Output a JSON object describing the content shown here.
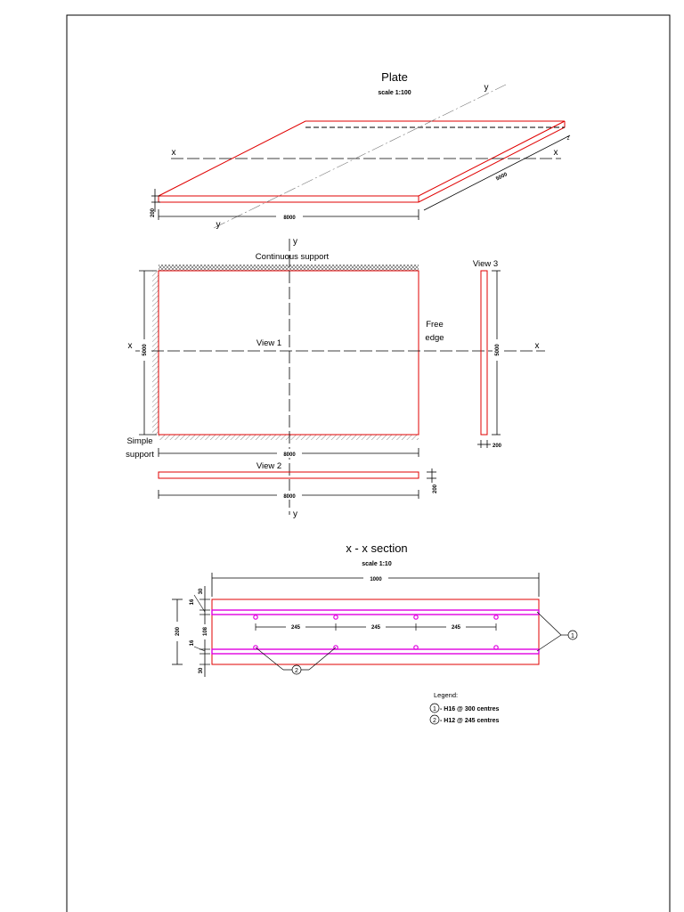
{
  "plate": {
    "title": "Plate",
    "scale": "scale 1:100",
    "axis_x": "x",
    "axis_y": "y",
    "axis_z": "z",
    "dim_length": "8000",
    "dim_width": "5000",
    "dim_thickness": "200"
  },
  "plan": {
    "axis_x": "x",
    "axis_y": "y",
    "continuous_support": "Continuous support",
    "free_edge_line1": "Free",
    "free_edge_line2": "edge",
    "simple_support_line1": "Simple",
    "simple_support_line2": "support",
    "view1": "View 1",
    "view2": "View 2",
    "view3": "View 3",
    "dim_length": "8000",
    "dim_width": "5000",
    "dim_thickness": "200"
  },
  "section": {
    "title": "x - x section",
    "scale": "scale 1:10",
    "dim_width": "1000",
    "dim_depth": "200",
    "dim_cover_top": "30",
    "dim_bar_top": "16",
    "dim_inner": "108",
    "dim_bar_bottom": "16",
    "dim_cover_bottom": "30",
    "spacing_1": "245",
    "spacing_2": "245",
    "spacing_3": "245",
    "callout_1": "1",
    "callout_2": "2"
  },
  "legend": {
    "title": "Legend:",
    "items": [
      {
        "num": "1",
        "text": "- H16 @ 300 centres"
      },
      {
        "num": "2",
        "text": "- H12 @ 245 centres"
      }
    ]
  },
  "colors": {
    "outline": "#e00000",
    "rebar": "#e000e0",
    "line": "#000000"
  }
}
